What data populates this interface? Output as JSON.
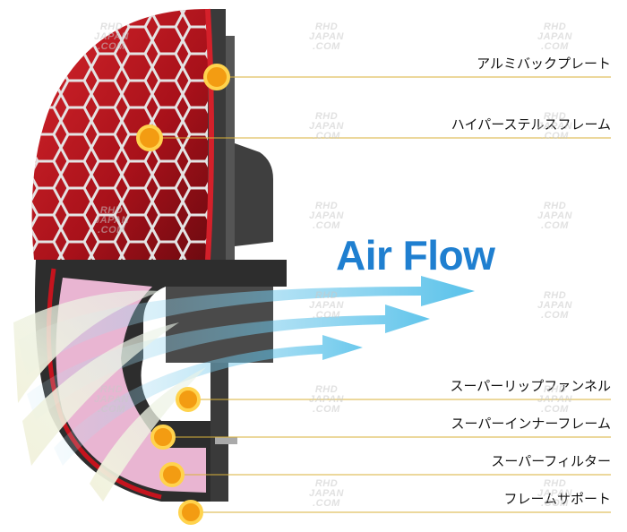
{
  "flow_title": "Air Flow",
  "colors": {
    "filter_red": "#b5121b",
    "frame_grey": "#d8d8d8",
    "housing_dark": "#2d2d2d",
    "gold_line": "#d9b23a",
    "dot_orange": "#f39c12",
    "flow_blue": "#1f7fd0",
    "funnel_pink": "#e9b5d2"
  },
  "callouts": [
    {
      "label": "アルミバックプレート"
    },
    {
      "label": "ハイパーステルスフレーム"
    },
    {
      "label": "スーパーリップファンネル"
    },
    {
      "label": "スーパーインナーフレーム"
    },
    {
      "label": "スーパーフィルター"
    },
    {
      "label": "フレームサポート"
    }
  ],
  "watermark": {
    "line1": "RHD",
    "line2": "JAPAN",
    "line3": ".COM"
  }
}
